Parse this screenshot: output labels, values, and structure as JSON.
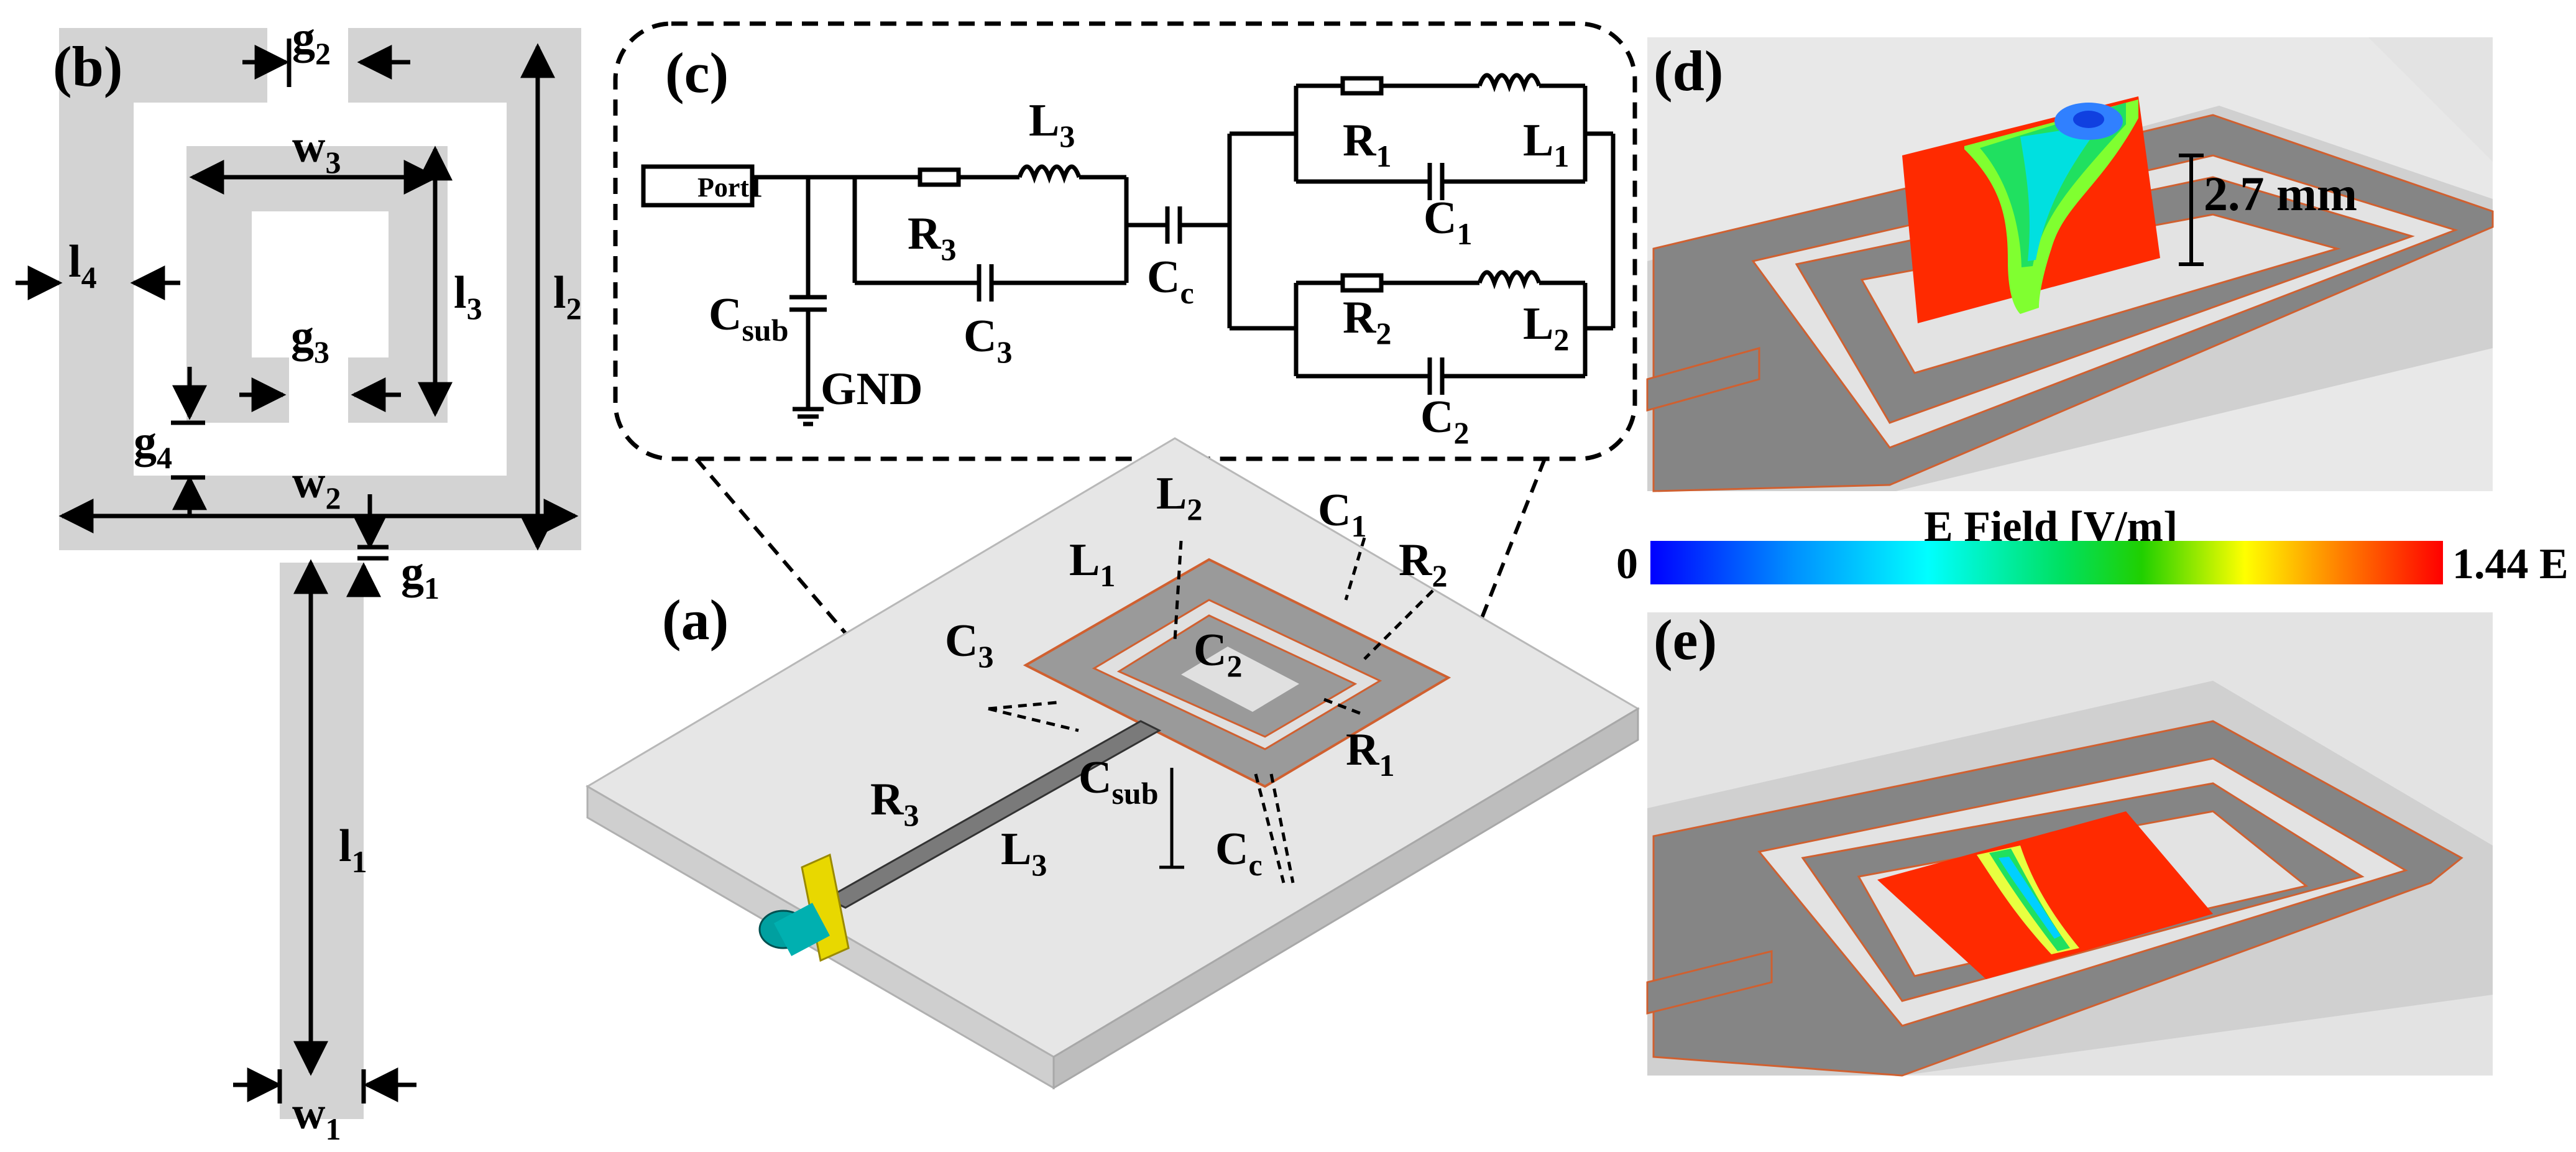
{
  "panels": {
    "a": "(a)",
    "b": "(b)",
    "c": "(c)",
    "d": "(d)",
    "e": "(e)"
  },
  "dimensions_b": {
    "g2": {
      "main": "g",
      "sub": "2"
    },
    "w3": {
      "main": "w",
      "sub": "3"
    },
    "l4": {
      "main": "l",
      "sub": "4"
    },
    "l3": {
      "main": "l",
      "sub": "3"
    },
    "l2": {
      "main": "l",
      "sub": "2"
    },
    "g3": {
      "main": "g",
      "sub": "3"
    },
    "g4": {
      "main": "g",
      "sub": "4"
    },
    "w2": {
      "main": "w",
      "sub": "2"
    },
    "g1": {
      "main": "g",
      "sub": "1"
    },
    "l1": {
      "main": "l",
      "sub": "1"
    },
    "w1": {
      "main": "w",
      "sub": "1"
    }
  },
  "circuit_c": {
    "port": "Port1",
    "gnd": "GND",
    "csub": {
      "main": "C",
      "sub": "sub"
    },
    "r3": {
      "main": "R",
      "sub": "3"
    },
    "l3": {
      "main": "L",
      "sub": "3"
    },
    "c3": {
      "main": "C",
      "sub": "3"
    },
    "cc": {
      "main": "C",
      "sub": "c"
    },
    "r1": {
      "main": "R",
      "sub": "1"
    },
    "l1": {
      "main": "L",
      "sub": "1"
    },
    "c1": {
      "main": "C",
      "sub": "1"
    },
    "r2": {
      "main": "R",
      "sub": "2"
    },
    "l2": {
      "main": "L",
      "sub": "2"
    },
    "c2": {
      "main": "C",
      "sub": "2"
    }
  },
  "model_a": {
    "l2": {
      "main": "L",
      "sub": "2"
    },
    "c1": {
      "main": "C",
      "sub": "1"
    },
    "l1": {
      "main": "L",
      "sub": "1"
    },
    "r2": {
      "main": "R",
      "sub": "2"
    },
    "c3": {
      "main": "C",
      "sub": "3"
    },
    "c2": {
      "main": "C",
      "sub": "2"
    },
    "r1": {
      "main": "R",
      "sub": "1"
    },
    "csub": {
      "main": "C",
      "sub": "sub"
    },
    "r3": {
      "main": "R",
      "sub": "3"
    },
    "l3": {
      "main": "L",
      "sub": "3"
    },
    "cc": {
      "main": "C",
      "sub": "c"
    }
  },
  "field_d": {
    "height_label": "2.7 mm"
  },
  "colorbar": {
    "title": "E Field  [V/m]",
    "min_label": "0",
    "max_label": "1.44 E",
    "colors": [
      "#0000ff",
      "#0080ff",
      "#00ffff",
      "#00ff80",
      "#00d000",
      "#80ff00",
      "#ffff00",
      "#ff8000",
      "#ff0000"
    ]
  }
}
